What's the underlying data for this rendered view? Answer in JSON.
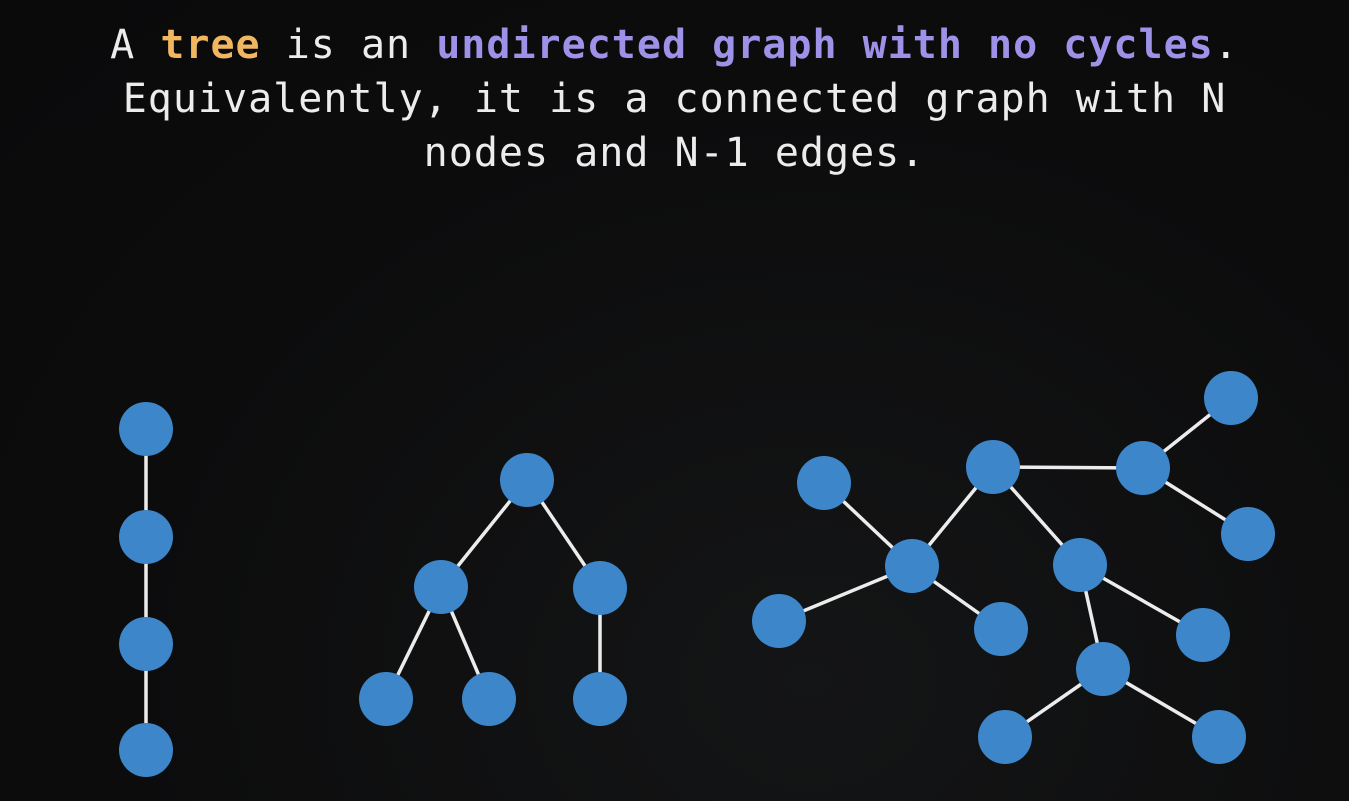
{
  "caption": {
    "line1_prefix": "A ",
    "line1_tree": "tree",
    "line1_mid": " is an ",
    "line1_def": "undirected graph with no cycles",
    "line1_end": ".",
    "line2": "Equivalently, it is a connected graph with N",
    "line3": "nodes and N-1 edges."
  },
  "colors": {
    "highlight_tree": "#f0b660",
    "highlight_definition": "#9d92e8",
    "node": "#3c86c9",
    "edge": "#ececec",
    "background": "#0c0c0d"
  },
  "trees": [
    {
      "name": "path-tree",
      "nodes": [
        "a",
        "b",
        "c",
        "d"
      ],
      "edges": [
        [
          "a",
          "b"
        ],
        [
          "b",
          "c"
        ],
        [
          "c",
          "d"
        ]
      ]
    },
    {
      "name": "binary-tree",
      "nodes": [
        "r",
        "l",
        "m",
        "ll",
        "lr",
        "mc"
      ],
      "edges": [
        [
          "r",
          "l"
        ],
        [
          "r",
          "m"
        ],
        [
          "l",
          "ll"
        ],
        [
          "l",
          "lr"
        ],
        [
          "m",
          "mc"
        ]
      ]
    },
    {
      "name": "large-tree",
      "nodes": [
        "n1",
        "n2",
        "n3",
        "n4",
        "n5",
        "n6",
        "n7",
        "n8",
        "n9",
        "n10",
        "n11",
        "n12",
        "n13",
        "n14"
      ],
      "edges": [
        [
          "n1",
          "n3"
        ],
        [
          "n3",
          "n2"
        ],
        [
          "n3",
          "n4"
        ],
        [
          "n3",
          "n5"
        ],
        [
          "n2",
          "n6"
        ],
        [
          "n2",
          "n7"
        ],
        [
          "n6",
          "n8"
        ],
        [
          "n6",
          "n9"
        ],
        [
          "n7",
          "n10"
        ],
        [
          "n7",
          "n11"
        ],
        [
          "n10",
          "n12"
        ],
        [
          "n10",
          "n13"
        ]
      ]
    }
  ]
}
